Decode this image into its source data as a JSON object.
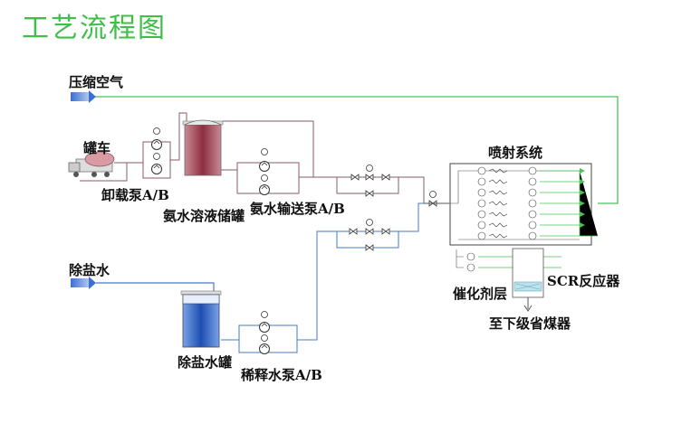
{
  "title": "工艺流程图",
  "labels": {
    "compressed_air": "压缩空气",
    "tanker_truck": "罐车",
    "unload_pump": "卸载泵A/B",
    "ammonia_storage_tank": "氨水溶液储罐",
    "ammonia_transfer_pump": "氨水输送泵A/B",
    "demin_water": "除盐水",
    "demin_water_tank": "除盐水罐",
    "dilution_pump": "稀释水泵A/B",
    "injection_system": "喷射系统",
    "catalyst_layer": "催化剂层",
    "scr_reactor": "SCR反应器",
    "to_economizer": "至下级省煤器"
  },
  "colors": {
    "title_green": "#3fbf4a",
    "air_line": "#4cc25a",
    "ammonia_line": "#8a5a6a",
    "water_line": "#4a78c8",
    "tank_red": "#9a3b4a",
    "tank_blue": "#2a5fc0"
  },
  "icons": [
    "truck-icon",
    "pump-icon",
    "valve-icon",
    "nozzle-icon",
    "arrow-icon"
  ]
}
